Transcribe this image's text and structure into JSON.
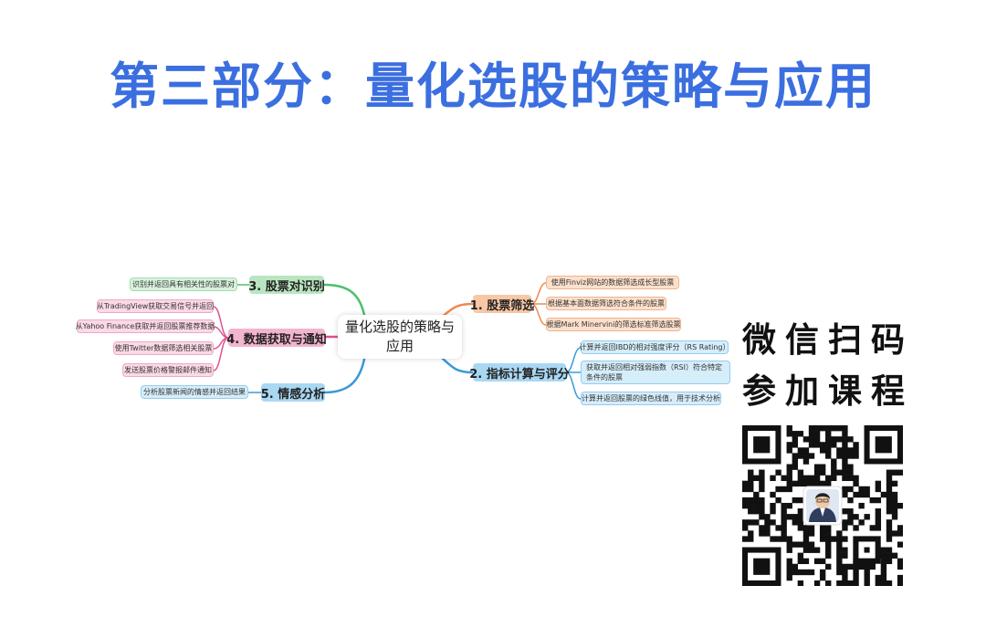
{
  "title": "第三部分：量化选股的策略与应用",
  "center": "量化选股的策略与应用",
  "branches": {
    "b1": {
      "label": "1. 股票筛选",
      "leaves": [
        "使用Finviz网站的数据筛选成长型股票",
        "根据基本面数据筛选符合条件的股票",
        "根据Mark Minervini的筛选标准筛选股票"
      ]
    },
    "b2": {
      "label": "2. 指标计算与评分",
      "leaves": [
        "计算并返回IBD的相对强度评分（RS Rating）",
        "获取并返回相对强弱指数（RSI）符合特定条件的股票",
        "计算并返回股票的绿色线值，用于技术分析"
      ]
    },
    "b3": {
      "label": "3. 股票对识别",
      "leaves": [
        "识别并返回具有相关性的股票对"
      ]
    },
    "b4": {
      "label": "4. 数据获取与通知",
      "leaves": [
        "从TradingView获取交易信号并返回",
        "从Yahoo Finance获取并返回股票推荐数据",
        "使用Twitter数据筛选相关股票",
        "发送股票价格警报邮件通知"
      ]
    },
    "b5": {
      "label": "5. 情感分析",
      "leaves": [
        "分析股票新闻的情感并返回结果"
      ]
    }
  },
  "cta": {
    "line1": "微信扫码",
    "line2": "参加课程"
  },
  "colors": {
    "title": "#3b6fe0",
    "orange": "#ef8a4f",
    "blue": "#3a9ad9",
    "green": "#4cbf6a",
    "pink": "#e0508d",
    "cyan": "#3a9ad9"
  }
}
